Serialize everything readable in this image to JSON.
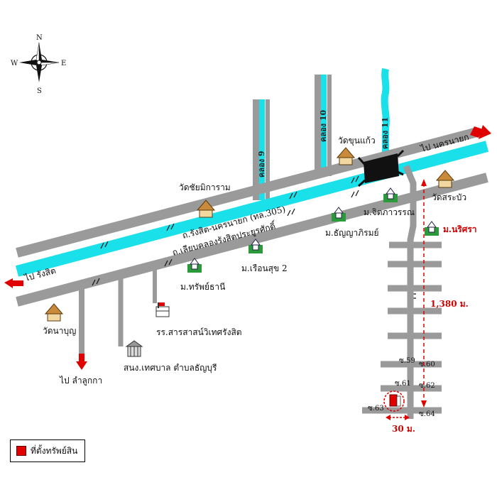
{
  "compass": {
    "n": "N",
    "s": "S",
    "e": "E",
    "w": "W"
  },
  "roads": {
    "main_road_1": "ถ.รังสิต-นครนายก (ทล.305)",
    "main_road_2": "ถ.เลียบคลองรังสิตประยูรศักดิ์",
    "to_nakhon_nayok": "ไป นครนายก",
    "to_rangsit": "ไป รังสิต",
    "to_lam_luk_ka": "ไป ลำลูกกา"
  },
  "canals": {
    "khlong9": "คลอง 9",
    "khlong10": "คลอง 10",
    "khlong11": "คลอง 11"
  },
  "places": {
    "wat_chai": "วัดชัยมิการาม",
    "wat_khun_kaew": "วัดขุนแก้ว",
    "wat_sa_bua": "วัดสระบัว",
    "wat_na_bun": "วัดนาบุญ",
    "ban_chit": "ม.จิตภาวรรณ",
    "ban_thanya": "ม.ธัญญาภิรมย์",
    "ban_ruean": "ม.เรือนสุข 2",
    "ban_sap": "ม.ทรัพย์ธานี",
    "ban_narisara": "ม.นริศรา",
    "school": "รร.สารสาสน์วิเทศรังสิต",
    "municipal": "สนง.เทศบาล ตำบลธัญบุรี"
  },
  "sois": {
    "s59": "ซ.59",
    "s60": "ซ.60",
    "s61": "ซ.61",
    "s62": "ซ.62",
    "s63": "ซ.63",
    "s64": "ซ.64"
  },
  "distances": {
    "d1380": "1,380 ม.",
    "d30": "30 ม."
  },
  "legend": {
    "label": "ที่ตั้งทรัพย์สิน"
  },
  "colors": {
    "road": "#9a9a9a",
    "canal": "#1ae0ea",
    "arrow": "#e00000",
    "property": "#e00000",
    "village_icon": "#2a9a3a"
  }
}
